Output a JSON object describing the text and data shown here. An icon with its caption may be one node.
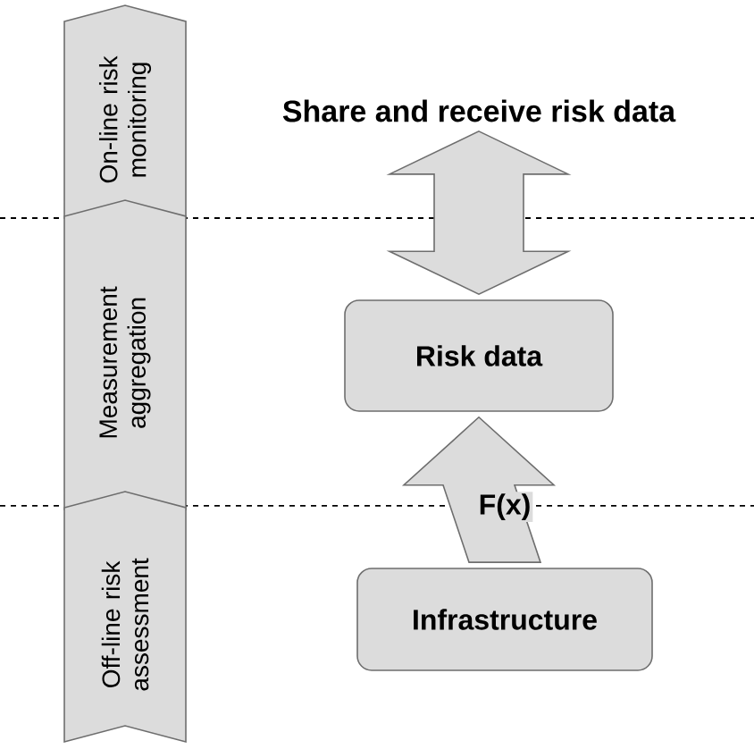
{
  "diagram": {
    "nodes": [
      {
        "text": [
          "On-line risk monitoring"
        ]
      },
      {
        "text": [
          "Measurement aggregation"
        ]
      },
      {
        "text": [
          "Off-line risk assessment"
        ]
      },
      {
        "text": [
          "Share and receive risk data"
        ]
      },
      {
        "text": [
          "Risk data"
        ]
      },
      {
        "text": [
          "Infrastructure"
        ]
      }
    ],
    "edges": [
      {
        "from": 3,
        "to": 4,
        "arrow": "both"
      },
      {
        "from": 5,
        "to": 4,
        "arrow": "to",
        "label": "F(x)"
      }
    ]
  }
}
